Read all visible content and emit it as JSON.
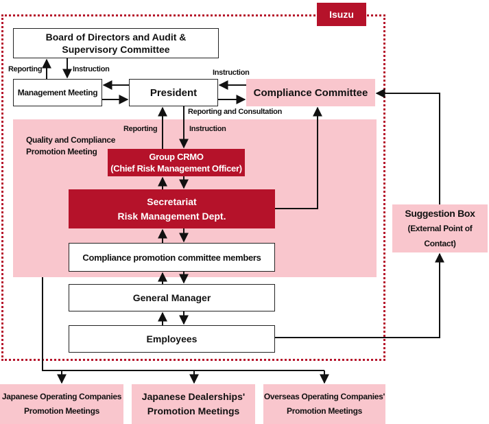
{
  "company_tag": "Isuzu",
  "boxes": {
    "board": "Board of Directors and Audit & Supervisory Committee",
    "management_meeting": "Management Meeting",
    "president": "President",
    "compliance_committee": "Compliance Committee",
    "group_crmo_line1": "Group CRMO",
    "group_crmo_line2": "(Chief Risk Management Officer)",
    "secretariat_line1": "Secretariat",
    "secretariat_line2": "Risk Management Dept.",
    "committee_members": "Compliance promotion committee members",
    "general_manager": "General Manager",
    "employees": "Employees",
    "suggestion_box_line1": "Suggestion Box",
    "suggestion_box_line2": "(External Point of Contact)"
  },
  "region_label": "Quality and Compliance Promotion Meeting",
  "labels": {
    "reporting_1": "Reporting",
    "instruction_1": "Instruction",
    "instruction_2": "Instruction",
    "reporting_consultation": "Reporting and Consultation",
    "reporting_2": "Reporting",
    "instruction_3": "Instruction"
  },
  "bottom_boxes": [
    {
      "line1": "Japanese Operating Companies",
      "line2": "Promotion Meetings"
    },
    {
      "line1": "Japanese Dealerships'",
      "line2": "Promotion Meetings"
    },
    {
      "line1": "Overseas Operating Companies'",
      "line2": "Promotion Meetings"
    }
  ],
  "colors": {
    "brand_red": "#b5122a",
    "pink_fill": "#f9c6cd",
    "line": "#111111"
  }
}
